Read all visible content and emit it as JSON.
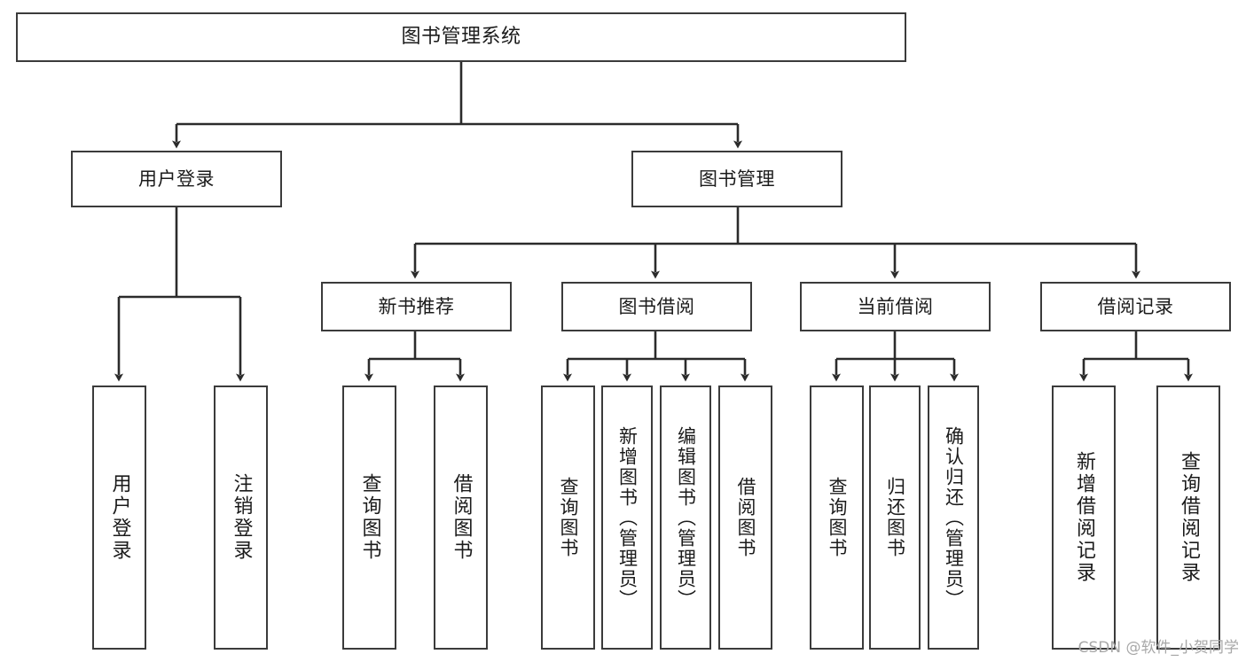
{
  "diagram": {
    "title": "图书管理系统",
    "type": "tree-hierarchy-chart",
    "orientation": "top-down",
    "watermark": "CSDN @软件_小贺同学",
    "colors": {
      "background": "#ffffff",
      "box_border": "#3b3b3b",
      "box_fill": "#ffffff",
      "connector": "#2b2b2b",
      "text": "#1b1b1b",
      "watermark": "#a8a8a8"
    },
    "nodes": {
      "root": {
        "id": "root",
        "label": "图书管理系统",
        "level": 1,
        "orientation": "horizontal"
      },
      "l2": [
        {
          "id": "user-login",
          "label": "用户登录",
          "level": 2,
          "orientation": "horizontal"
        },
        {
          "id": "book-management",
          "label": "图书管理",
          "level": 2,
          "orientation": "horizontal"
        }
      ],
      "l3": [
        {
          "id": "new-book-recommend",
          "label": "新书推荐",
          "level": 3,
          "orientation": "horizontal",
          "parent": "book-management"
        },
        {
          "id": "book-borrow",
          "label": "图书借阅",
          "level": 3,
          "orientation": "horizontal",
          "parent": "book-management"
        },
        {
          "id": "current-borrow",
          "label": "当前借阅",
          "level": 3,
          "orientation": "horizontal",
          "parent": "book-management"
        },
        {
          "id": "borrow-record",
          "label": "借阅记录",
          "level": 3,
          "orientation": "horizontal",
          "parent": "book-management"
        }
      ],
      "leaves": [
        {
          "id": "leaf-user-login",
          "label": "用户登录",
          "parent": "user-login",
          "orientation": "vertical"
        },
        {
          "id": "leaf-logout-login",
          "label": "注销登录",
          "parent": "user-login",
          "orientation": "vertical"
        },
        {
          "id": "leaf-query-book-1",
          "label": "查询图书",
          "parent": "new-book-recommend",
          "orientation": "vertical"
        },
        {
          "id": "leaf-borrow-book-1",
          "label": "借阅图书",
          "parent": "new-book-recommend",
          "orientation": "vertical"
        },
        {
          "id": "leaf-query-book-2",
          "label": "查询图书",
          "parent": "book-borrow",
          "orientation": "vertical"
        },
        {
          "id": "leaf-add-book",
          "label": "新增图书（管理员）",
          "parent": "book-borrow",
          "orientation": "vertical"
        },
        {
          "id": "leaf-edit-book",
          "label": "编辑图书（管理员）",
          "parent": "book-borrow",
          "orientation": "vertical"
        },
        {
          "id": "leaf-borrow-book-2",
          "label": "借阅图书",
          "parent": "book-borrow",
          "orientation": "vertical"
        },
        {
          "id": "leaf-query-book-3",
          "label": "查询图书",
          "parent": "current-borrow",
          "orientation": "vertical"
        },
        {
          "id": "leaf-return-book",
          "label": "归还图书",
          "parent": "current-borrow",
          "orientation": "vertical"
        },
        {
          "id": "leaf-confirm-return",
          "label": "确认归还（管理员）",
          "parent": "current-borrow",
          "orientation": "vertical"
        },
        {
          "id": "leaf-add-record",
          "label": "新增借阅记录",
          "parent": "borrow-record",
          "orientation": "vertical"
        },
        {
          "id": "leaf-query-record",
          "label": "查询借阅记录",
          "parent": "borrow-record",
          "orientation": "vertical"
        }
      ]
    }
  }
}
